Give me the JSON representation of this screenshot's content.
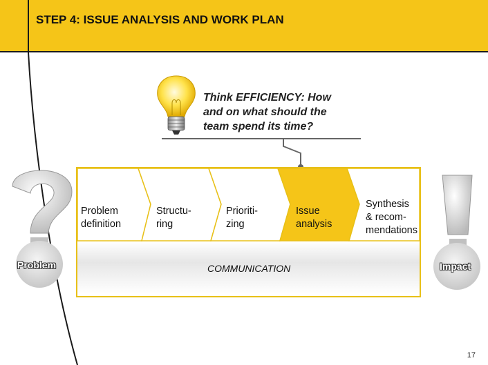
{
  "header": {
    "title": "STEP 4:  ISSUE ANALYSIS AND WORK PLAN"
  },
  "callout": {
    "lines": [
      "Think EFFICIENCY: How",
      "and on what should the",
      "team spend its time?"
    ]
  },
  "steps": [
    {
      "lines": [
        "Problem",
        "definition"
      ],
      "active": false
    },
    {
      "lines": [
        "Structu-",
        "ring"
      ],
      "active": false
    },
    {
      "lines": [
        "Prioriti-",
        "zing"
      ],
      "active": false
    },
    {
      "lines": [
        "Issue",
        "analysis"
      ],
      "active": true
    },
    {
      "lines": [
        "Synthesis",
        "& recom-",
        "mendations"
      ],
      "active": false
    }
  ],
  "communication_label": "COMMUNICATION",
  "problem_badge": "Problem",
  "impact_badge": "Impact",
  "page_number": "17",
  "colors": {
    "accent": "#f5c518",
    "outline": "#e8c018",
    "active_step": "#f5c518"
  },
  "icons": [
    "lightbulb-icon",
    "question-mark-icon",
    "exclamation-mark-icon"
  ]
}
